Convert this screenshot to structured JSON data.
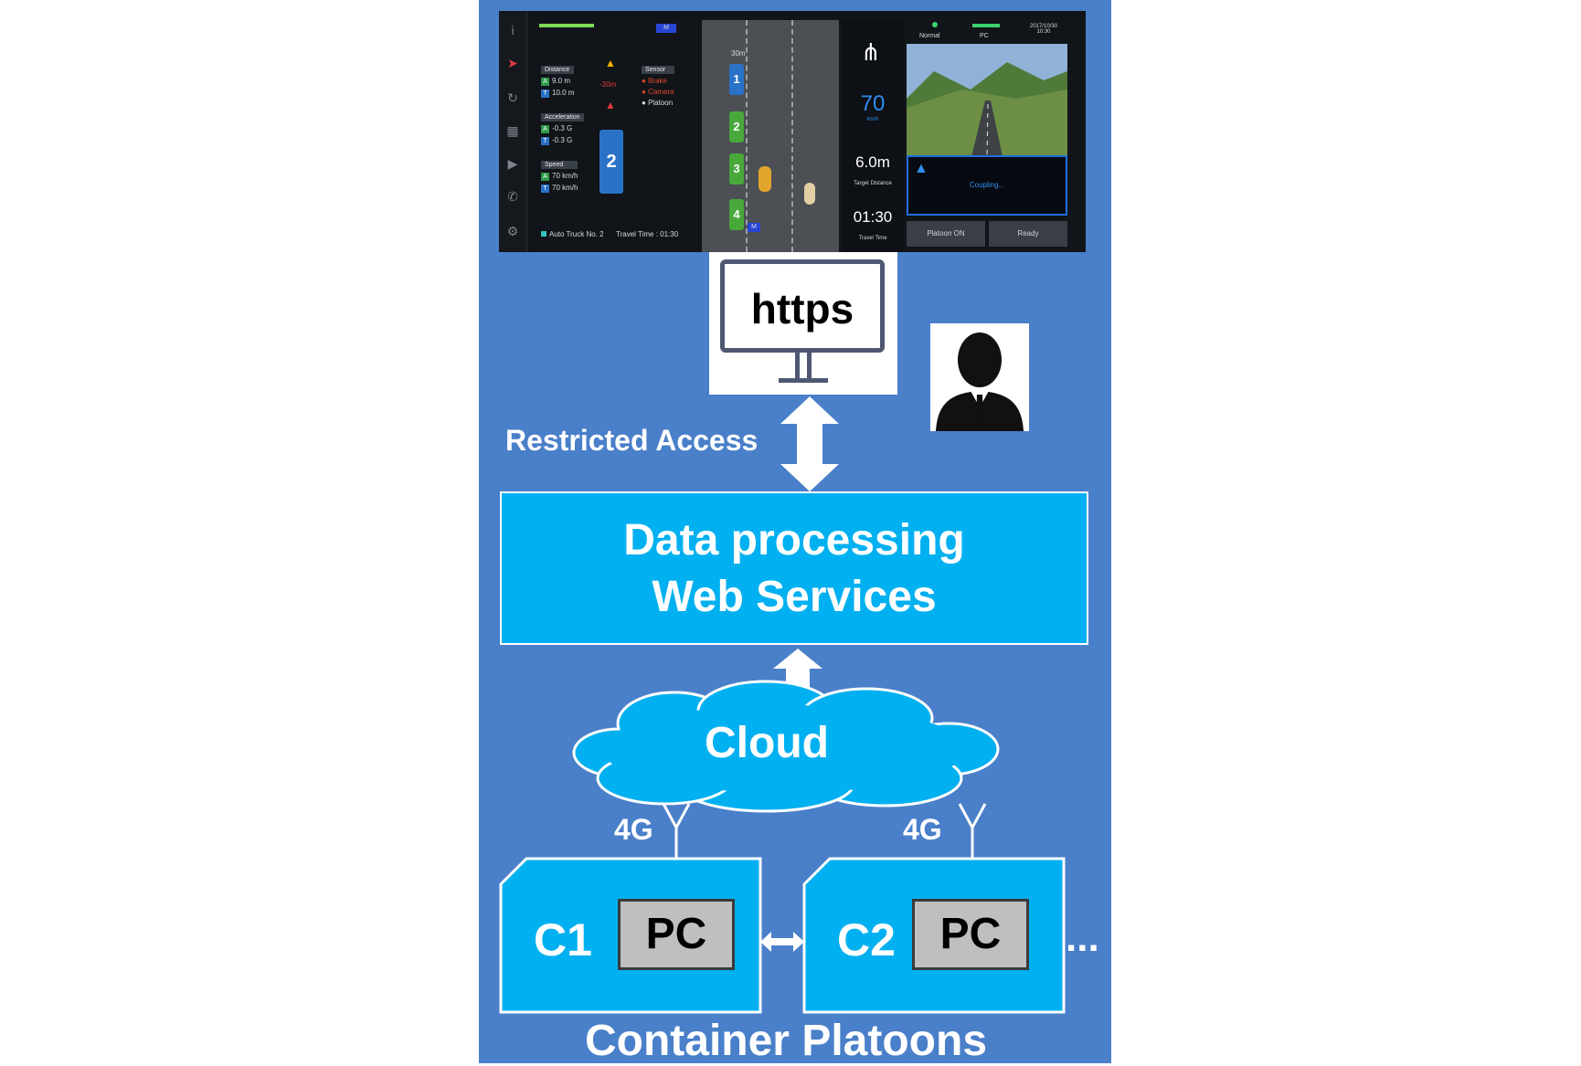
{
  "colors": {
    "panel_bg": "#4a7fc9",
    "accent_box": "#00b0f0",
    "pc_box": "#bfbfbf",
    "white": "#ffffff"
  },
  "dashboard": {
    "left": {
      "distance_label": "Distance",
      "distance_a": "9.0 m",
      "distance_t": "10.0 m",
      "acceleration_label": "Acceleration",
      "accel_a": "-0.3 G",
      "accel_t": "-0.3 G",
      "speed_label": "Speed",
      "speed_a": "70 km/h",
      "speed_t": "70 km/h",
      "sensor_label": "Sensor",
      "sensor_brake": "Brake",
      "sensor_camera": "Camera",
      "sensor_platoon": "Platoon",
      "tag_a": "A",
      "tag_t": "T",
      "truck_no": "2",
      "gap": "-30m",
      "footer_truck": "Auto Truck No. 2",
      "footer_travel": "Travel Time : 01:30",
      "mode_badge": "M"
    },
    "road": {
      "top_dist": "30m",
      "trucks": [
        "1",
        "2",
        "3",
        "4"
      ],
      "mode_badge": "M"
    },
    "mid": {
      "speed": "70",
      "speed_unit": "km/h",
      "target_distance": "6.0m",
      "target_distance_label": "Target Distance",
      "travel_time": "01:30",
      "travel_time_label": "Travel Time"
    },
    "right": {
      "status_normal": "Normal",
      "status_pc": "PC",
      "datetime": "2017/10/30 10:30",
      "warning_text": "Coupling...",
      "btn_platoon": "Platoon ON",
      "btn_ready": "Ready"
    }
  },
  "diagram": {
    "monitor_text": "https",
    "restricted_access": "Restricted Access",
    "data_processing_line1": "Data processing",
    "data_processing_line2": "Web Services",
    "cloud": "Cloud",
    "link_left": "4G",
    "link_right": "4G",
    "container1": "C1",
    "container2": "C2",
    "pc_label": "PC",
    "more": "...",
    "footer": "Container Platoons"
  },
  "icons": [
    "info-icon",
    "navigation-icon",
    "refresh-icon",
    "grid-icon",
    "play-icon",
    "phone-icon",
    "settings-icon",
    "user-silhouette-icon",
    "antenna-icon",
    "double-arrow-icon",
    "warning-icon"
  ]
}
